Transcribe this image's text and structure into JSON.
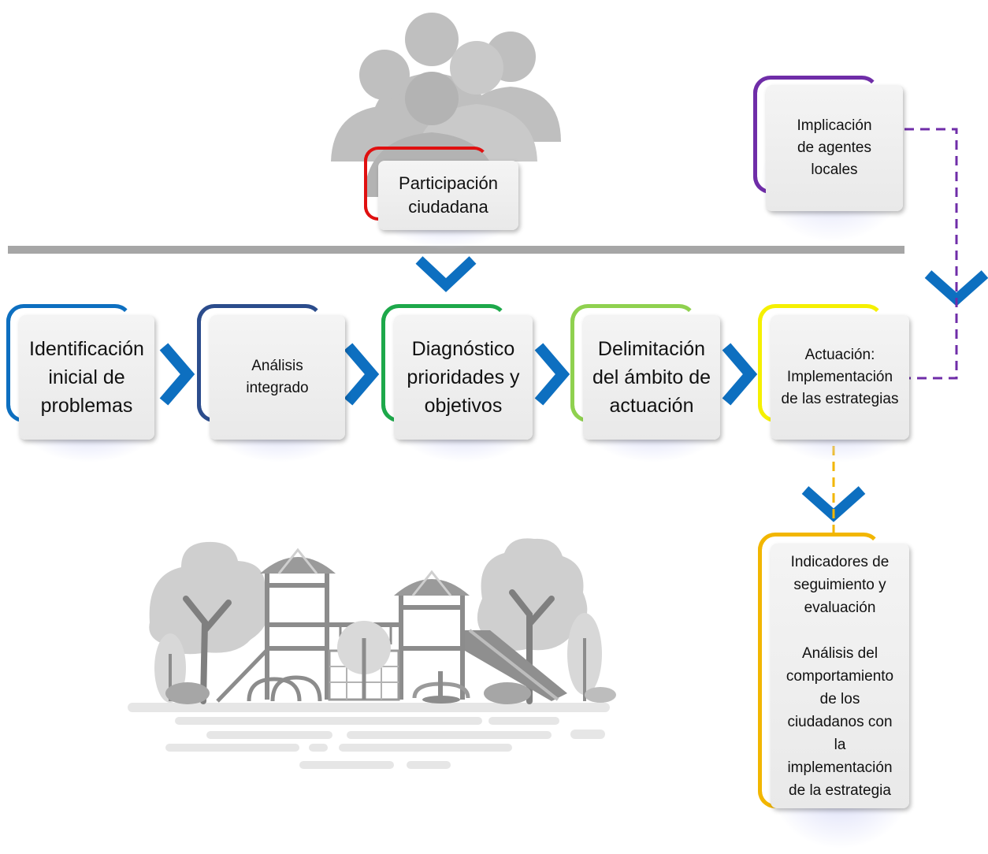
{
  "diagram": {
    "steps": [
      {
        "label": "Identificación\ninicial de\nproblemas",
        "color": "#0d6fc0"
      },
      {
        "label": "Análisis\nintegrado",
        "color": "#2b4c8c"
      },
      {
        "label": "Diagnóstico\nprioridades y\nobjetivos",
        "color": "#1da84a"
      },
      {
        "label": "Delimitación\ndel ámbito de\nactuación",
        "color": "#8fd14f"
      },
      {
        "label": "Actuación:\nImplementación\nde las estrategias",
        "color": "#f5f000"
      }
    ],
    "participation": {
      "label": "Participación\nciudadana",
      "color": "#e01010"
    },
    "agents": {
      "label": "Implicación\nde agentes\nlocales",
      "color": "#6f2da8"
    },
    "indicators": {
      "label": "Indicadores de\nseguimiento y\nevaluación\n\nAnálisis del\ncomportamiento\nde los\nciudadanos con\nla\nimplementación\nde la estrategia",
      "color": "#f2b600"
    },
    "colors": {
      "chevron": "#0d6fc0",
      "divider": "#a6a6a6",
      "icon_gray": "#bfbfbf",
      "dash_purple": "#6f2da8",
      "dash_yellow": "#f2b600"
    },
    "icons": [
      "people-group-icon",
      "playground-illustration"
    ]
  }
}
